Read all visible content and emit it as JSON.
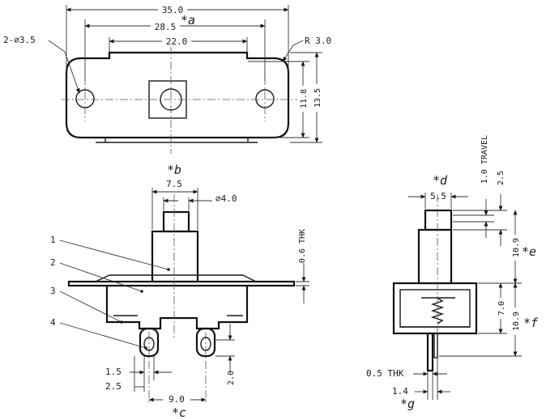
{
  "top_view": {
    "dim_overall": "35.0",
    "dim_mount_pitch": "28.5",
    "dim_mount_note": "*a",
    "dim_window": "22.0",
    "label_holes": "2-∅3.5",
    "label_radius": "R 3.0",
    "dim_inner_height": "11.8",
    "dim_outer_height": "13.5"
  },
  "front_view": {
    "dim_actuator_note": "*b",
    "dim_actuator_width": "7.5",
    "dim_actuator_dia": "∅4.0",
    "dim_plate_thk": "0.6 THK",
    "part_1": "1",
    "part_2": "2",
    "part_3": "3",
    "part_4": "4",
    "dim_terminal_w": "1.5",
    "dim_terminal_slot": "2.5",
    "dim_terminal_len": "2.0",
    "dim_terminal_pitch": "9.0",
    "dim_pitch_note": "*c"
  },
  "side_view": {
    "dim_actuator_note": "*d",
    "dim_actuator_width": "5.5",
    "dim_travel": "1.0 TRAVEL",
    "dim_travel_height": "2.5",
    "dim_upper_height": "10.9",
    "dim_upper_note": "*e",
    "dim_housing_height": "7.0",
    "dim_lower_height": "10.9",
    "dim_lower_note": "*f",
    "dim_pin_thk": "0.5 THK",
    "dim_pin_width": "1.4",
    "dim_pin_note": "*g"
  }
}
